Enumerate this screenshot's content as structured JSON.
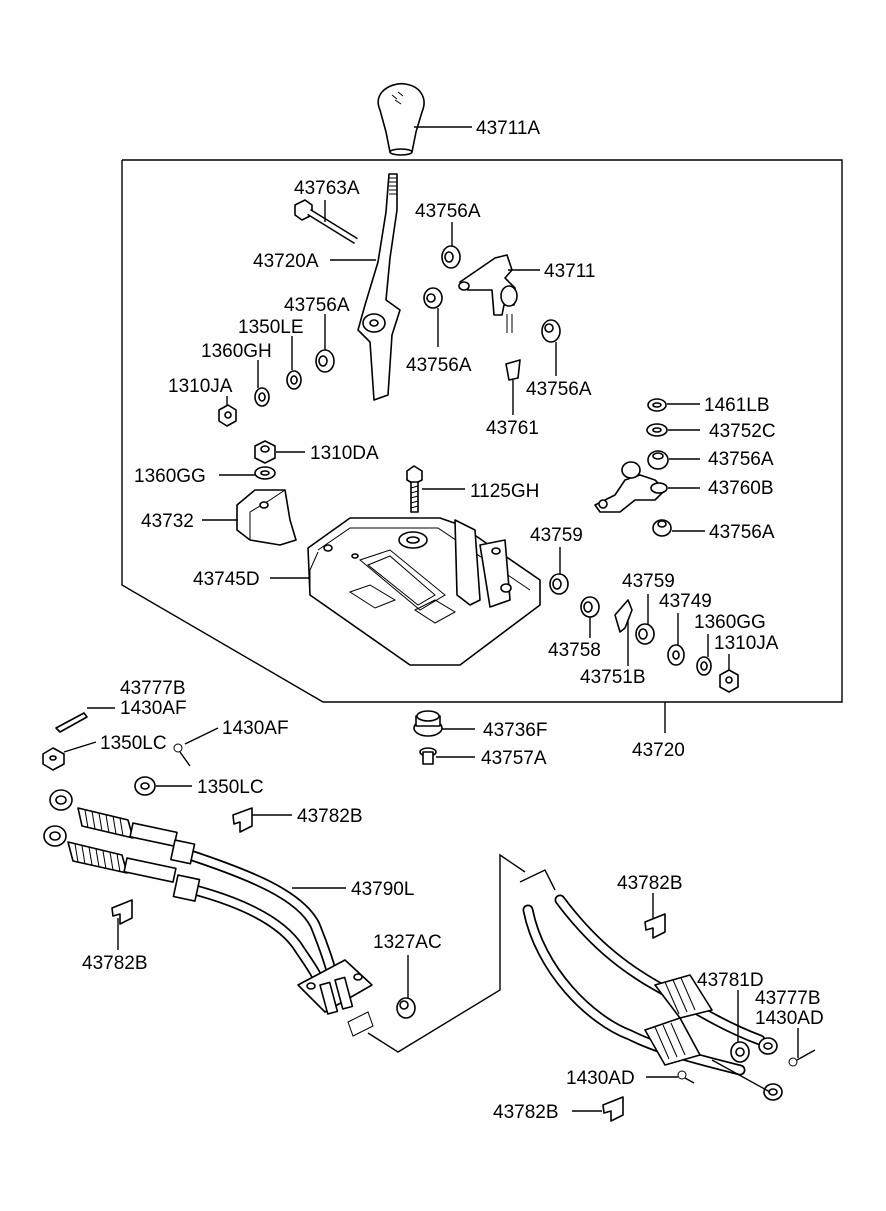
{
  "labels": {
    "p43711A": "43711A",
    "p43763A": "43763A",
    "p43756A_top": "43756A",
    "p43720A": "43720A",
    "p43711": "43711",
    "p43756A_left": "43756A",
    "p1350LE": "1350LE",
    "p1360GH": "1360GH",
    "p1310JA_left": "1310JA",
    "p43756A_mid": "43756A",
    "p43756A_right": "43756A",
    "p43761": "43761",
    "p1461LB": "1461LB",
    "p43752C": "43752C",
    "p43756A_r1": "43756A",
    "p1310DA": "1310DA",
    "p1360GG_left": "1360GG",
    "p1125GH": "1125GH",
    "p43760B": "43760B",
    "p43732": "43732",
    "p43756A_r2": "43756A",
    "p43759_a": "43759",
    "p43745D": "43745D",
    "p43759_b": "43759",
    "p43749": "43749",
    "p1360GG_right": "1360GG",
    "p43758": "43758",
    "p1310JA_right": "1310JA",
    "p43751B": "43751B",
    "p43777B_left": "43777B",
    "p1430AF_a": "1430AF",
    "p1430AF_b": "1430AF",
    "p43736F": "43736F",
    "p1350LC_a": "1350LC",
    "p43757A": "43757A",
    "p43720": "43720",
    "p1350LC_b": "1350LC",
    "p43782B_a": "43782B",
    "p43790L": "43790L",
    "p43782B_b": "43782B",
    "p1327AC": "1327AC",
    "p43782B_c": "43782B",
    "p43781D": "43781D",
    "p43777B_right": "43777B",
    "p1430AD_a": "1430AD",
    "p1430AD_b": "1430AD",
    "p43782B_d": "43782B"
  }
}
